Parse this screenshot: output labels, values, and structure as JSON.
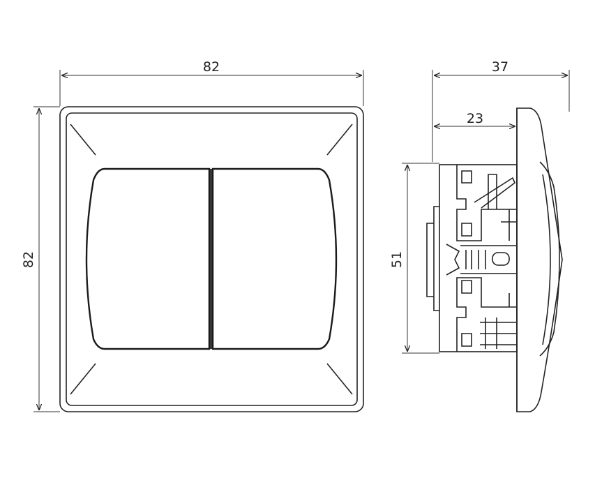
{
  "front_view": {
    "width_dim": "82",
    "height_dim": "82"
  },
  "side_view": {
    "total_depth_dim": "37",
    "mechanism_depth_dim": "23",
    "mechanism_height_dim": "51"
  }
}
